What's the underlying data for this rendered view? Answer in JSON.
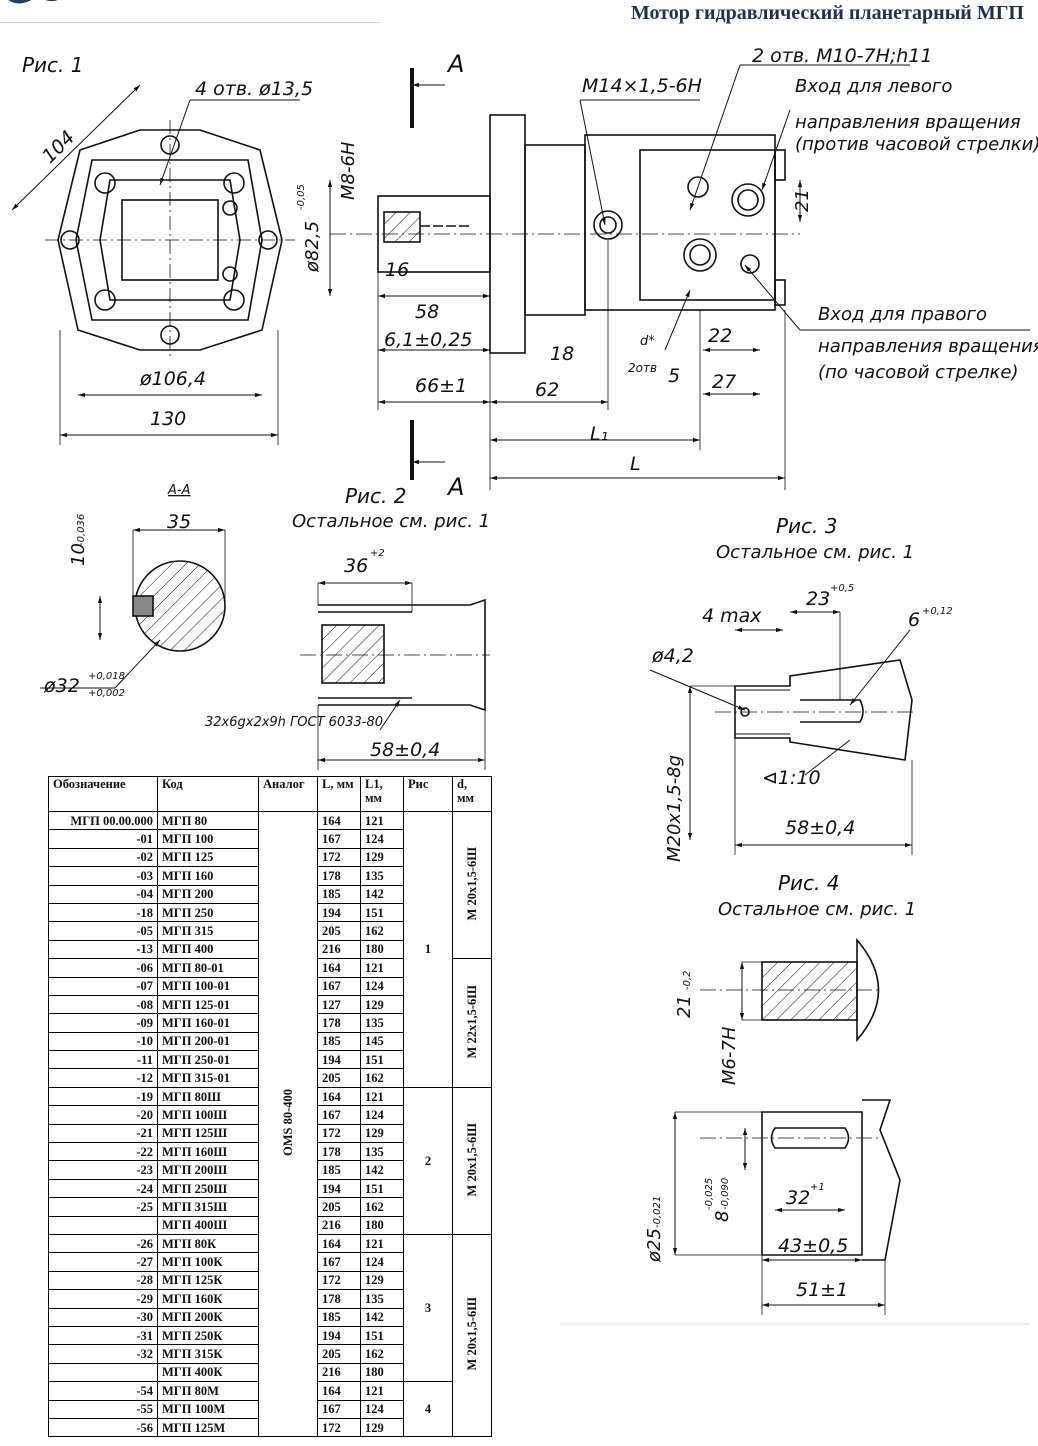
{
  "header": {
    "title": "Мотор гидравлический планетарный МГП"
  },
  "fig1": {
    "title": "Рис. 1",
    "holes": "4 отв. ø13,5",
    "dim_104": "104",
    "dim_106": "ø106,4",
    "dim_130": "130",
    "section_a": "A",
    "m8": "M8-6H",
    "d825": "ø82,5",
    "d825_tol": "-0,05",
    "dim_16": "16",
    "dim_58": "58",
    "dim_61": "6,1±0,25",
    "dim_66": "66±1",
    "dim_18": "18",
    "dim_62": "62",
    "dim_L1": "L₁",
    "dim_L": "L",
    "m14": "M14×1,5-6H",
    "two_holes": "2 отв. M10-7H;h11",
    "left_in_1": "Вход для левого",
    "left_in_2": "направления вращения",
    "left_in_3": "(против часовой стрелки)",
    "dim_21": "21",
    "right_in_1": "Вход для правого",
    "right_in_2": "направления вращения",
    "right_in_3": "(по часовой стрелке)",
    "d_star": "d*",
    "two_otv": "2отв",
    "dim_5": "5",
    "dim_22": "22",
    "dim_27": "27"
  },
  "section": {
    "title": "A-A",
    "dim_35": "35",
    "dim_10": "10",
    "dim_10_tol": "-0,036",
    "d32": "ø32",
    "d32_tol_up": "+0,018",
    "d32_tol_lo": "+0,002"
  },
  "fig2": {
    "title": "Рис. 2",
    "subtitle": "Остальное см. рис. 1",
    "dim_36": "36",
    "dim_36_tol": "+2",
    "spline": "32x6gx2x9h ГОСТ 6033-80",
    "dim_58": "58±0,4"
  },
  "fig3": {
    "title": "Рис. 3",
    "subtitle": "Остальное см. рис. 1",
    "dim_23": "23",
    "dim_23_tol": "+0,5",
    "max4": "4 max",
    "dim_6": "6",
    "dim_6_tol": "+0,12",
    "d42": "ø4,2",
    "m20": "M20x1,5-8g",
    "taper": "⊲1:10",
    "dim_58": "58±0,4"
  },
  "fig4": {
    "title": "Рис. 4",
    "subtitle": "Остальное см. рис. 1",
    "dim_21": "21",
    "dim_21_tol": "-0,2",
    "m6": "M6-7H",
    "d25": "ø25",
    "d25_tol": "-0,021",
    "dim_8": "8",
    "dim_8_tol_up": "-0,025",
    "dim_8_tol_lo": "-0,090",
    "dim_32": "32",
    "dim_32_tol": "+1",
    "dim_43": "43±0,5",
    "dim_51": "51±1"
  },
  "table": {
    "headers": {
      "code": "Обозначение",
      "kod": "Код",
      "analog": "Аналог",
      "L": "L, мм",
      "L1": "L1, мм",
      "ris": "Рис",
      "d": "d, мм"
    },
    "analog_value": "OMS 80-400",
    "ris_groups": [
      "1",
      "2",
      "3",
      "4"
    ],
    "d_groups": [
      "M 20x1,5-6Ш",
      "M 22x1,5-6Ш",
      "M 20x1,5-6Ш",
      "M 20x1,5-6Ш"
    ],
    "rows": [
      {
        "code": "МГП 00.00.000",
        "kod": "МГП 80",
        "L": "164",
        "L1": "121"
      },
      {
        "code": "-01",
        "kod": "МГП 100",
        "L": "167",
        "L1": "124"
      },
      {
        "code": "-02",
        "kod": "МГП 125",
        "L": "172",
        "L1": "129"
      },
      {
        "code": "-03",
        "kod": "МГП 160",
        "L": "178",
        "L1": "135"
      },
      {
        "code": "-04",
        "kod": "МГП 200",
        "L": "185",
        "L1": "142"
      },
      {
        "code": "-18",
        "kod": "МГП 250",
        "L": "194",
        "L1": "151"
      },
      {
        "code": "-05",
        "kod": "МГП 315",
        "L": "205",
        "L1": "162"
      },
      {
        "code": "-13",
        "kod": "МГП 400",
        "L": "216",
        "L1": "180"
      },
      {
        "code": "-06",
        "kod": "МГП 80-01",
        "L": "164",
        "L1": "121"
      },
      {
        "code": "-07",
        "kod": "МГП 100-01",
        "L": "167",
        "L1": "124"
      },
      {
        "code": "-08",
        "kod": "МГП 125-01",
        "L": "127",
        "L1": "129"
      },
      {
        "code": "-09",
        "kod": "МГП 160-01",
        "L": "178",
        "L1": "135"
      },
      {
        "code": "-10",
        "kod": "МГП 200-01",
        "L": "185",
        "L1": "145"
      },
      {
        "code": "-11",
        "kod": "МГП 250-01",
        "L": "194",
        "L1": "151"
      },
      {
        "code": "-12",
        "kod": "МГП 315-01",
        "L": "205",
        "L1": "162"
      },
      {
        "code": "-19",
        "kod": "МГП 80Ш",
        "L": "164",
        "L1": "121"
      },
      {
        "code": "-20",
        "kod": "МГП 100Ш",
        "L": "167",
        "L1": "124"
      },
      {
        "code": "-21",
        "kod": "МГП 125Ш",
        "L": "172",
        "L1": "129"
      },
      {
        "code": "-22",
        "kod": "МГП 160Ш",
        "L": "178",
        "L1": "135"
      },
      {
        "code": "-23",
        "kod": "МГП 200Ш",
        "L": "185",
        "L1": "142"
      },
      {
        "code": "-24",
        "kod": "МГП 250Ш",
        "L": "194",
        "L1": "151"
      },
      {
        "code": "-25",
        "kod": "МГП 315Ш",
        "L": "205",
        "L1": "162"
      },
      {
        "code": "",
        "kod": "МГП 400Ш",
        "L": "216",
        "L1": "180"
      },
      {
        "code": "-26",
        "kod": "МГП 80К",
        "L": "164",
        "L1": "121"
      },
      {
        "code": "-27",
        "kod": "МГП 100К",
        "L": "167",
        "L1": "124"
      },
      {
        "code": "-28",
        "kod": "МГП 125К",
        "L": "172",
        "L1": "129"
      },
      {
        "code": "-29",
        "kod": "МГП 160К",
        "L": "178",
        "L1": "135"
      },
      {
        "code": "-30",
        "kod": "МГП 200К",
        "L": "185",
        "L1": "142"
      },
      {
        "code": "-31",
        "kod": "МГП 250К",
        "L": "194",
        "L1": "151"
      },
      {
        "code": "-32",
        "kod": "МГП 315К",
        "L": "205",
        "L1": "162"
      },
      {
        "code": "",
        "kod": "МГП 400К",
        "L": "216",
        "L1": "180"
      },
      {
        "code": "-54",
        "kod": "МГП 80М",
        "L": "164",
        "L1": "121"
      },
      {
        "code": "-55",
        "kod": "МГП 100М",
        "L": "167",
        "L1": "124"
      },
      {
        "code": "-56",
        "kod": "МГП 125М",
        "L": "172",
        "L1": "129"
      }
    ]
  }
}
